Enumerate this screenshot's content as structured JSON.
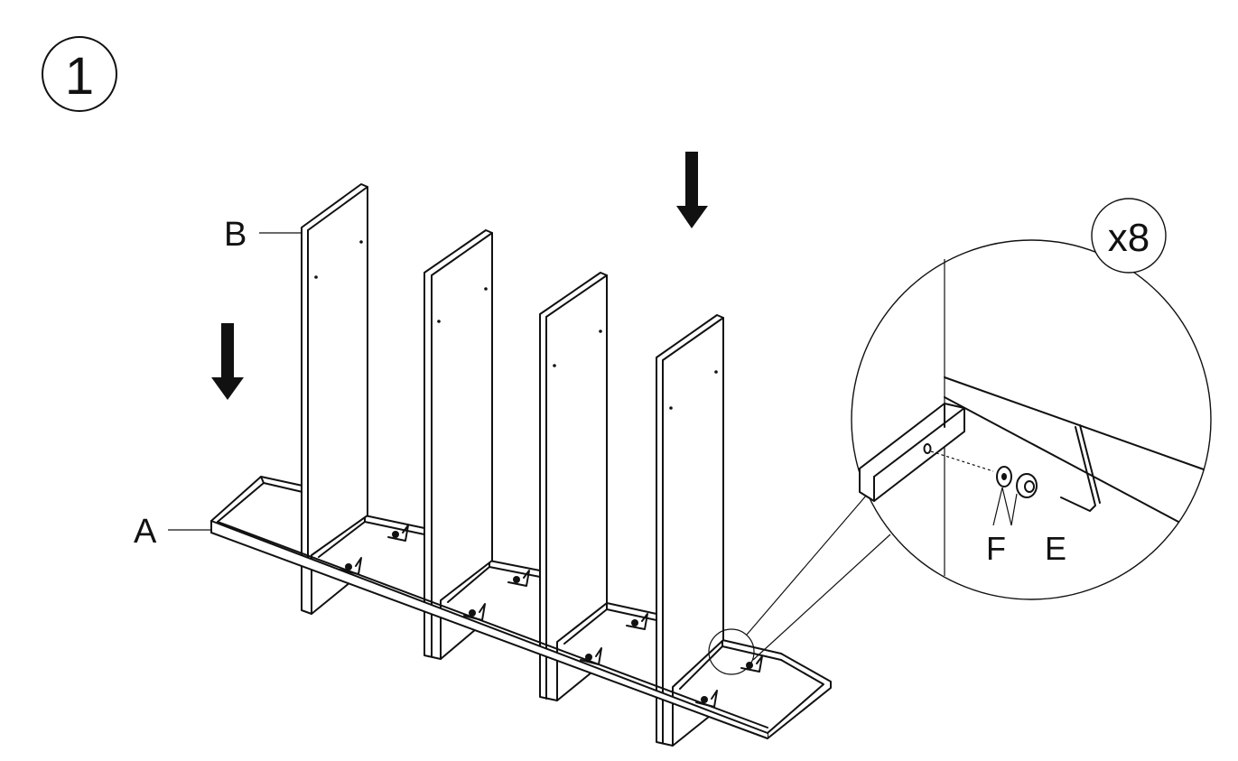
{
  "step": {
    "number": "1"
  },
  "quantity": {
    "label": "x8"
  },
  "parts": {
    "frame_label": "A",
    "panel_label": "B",
    "connector_label": "F",
    "key_label": "E"
  },
  "colors": {
    "ink": "#111111",
    "paper": "#ffffff"
  },
  "icons": [
    "step-number-icon",
    "down-arrow-icon",
    "allen-key-icon",
    "cam-connector-icon"
  ]
}
